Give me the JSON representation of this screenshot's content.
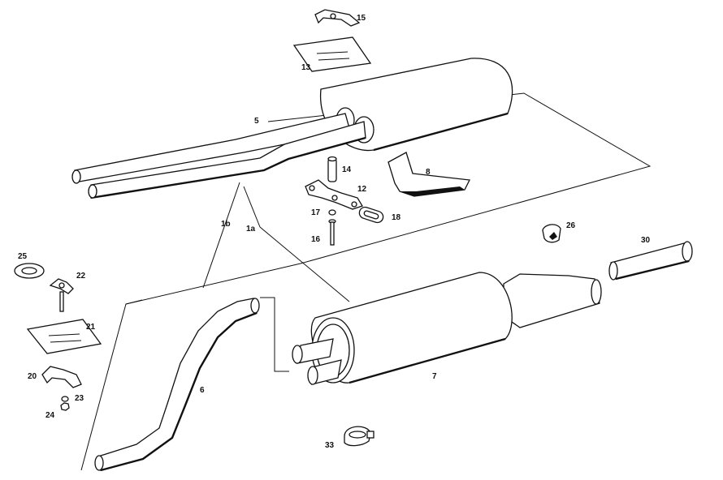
{
  "diagram": {
    "parts": [
      {
        "id": "p15",
        "label": "15"
      },
      {
        "id": "p13",
        "label": "13"
      },
      {
        "id": "p5",
        "label": "5"
      },
      {
        "id": "p14",
        "label": "14"
      },
      {
        "id": "p8",
        "label": "8"
      },
      {
        "id": "p12",
        "label": "12"
      },
      {
        "id": "p17",
        "label": "17"
      },
      {
        "id": "p18",
        "label": "18"
      },
      {
        "id": "p16",
        "label": "16"
      },
      {
        "id": "p1b",
        "label": "1b"
      },
      {
        "id": "p1a",
        "label": "1a"
      },
      {
        "id": "p26",
        "label": "26"
      },
      {
        "id": "p30",
        "label": "30"
      },
      {
        "id": "p25",
        "label": "25"
      },
      {
        "id": "p22",
        "label": "22"
      },
      {
        "id": "p21",
        "label": "21"
      },
      {
        "id": "p20",
        "label": "20"
      },
      {
        "id": "p23",
        "label": "23"
      },
      {
        "id": "p24",
        "label": "24"
      },
      {
        "id": "p6",
        "label": "6"
      },
      {
        "id": "p7",
        "label": "7"
      },
      {
        "id": "p33",
        "label": "33"
      }
    ]
  },
  "colors": {
    "ink": "#111111",
    "paper": "#ffffff"
  }
}
